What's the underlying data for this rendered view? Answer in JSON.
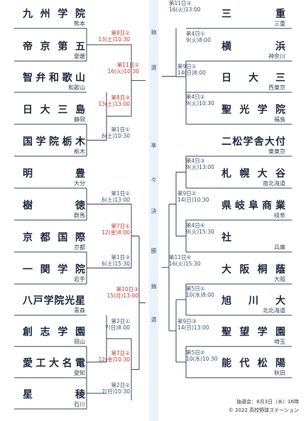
{
  "center_label": [
    "抽",
    "選",
    "準",
    "々",
    "決",
    "勝",
    "抽",
    "選"
  ],
  "left_teams": [
    {
      "name": "九州学院",
      "pref": "熊本"
    },
    {
      "name": "帝京第五",
      "pref": "愛媛"
    },
    {
      "name": "智弁和歌山",
      "pref": "和歌山"
    },
    {
      "name": "日大三島",
      "pref": "静岡"
    },
    {
      "name": "国学院栃木",
      "pref": "栃木"
    },
    {
      "name": "明豊",
      "pref": "大分"
    },
    {
      "name": "樹徳",
      "pref": "群馬"
    },
    {
      "name": "京都国際",
      "pref": "京都"
    },
    {
      "name": "一関学院",
      "pref": "岩手"
    },
    {
      "name": "八戸学院光星",
      "pref": "青森"
    },
    {
      "name": "創志学園",
      "pref": "岡山"
    },
    {
      "name": "愛工大名電",
      "pref": "愛知"
    },
    {
      "name": "星稜",
      "pref": "石川"
    }
  ],
  "right_teams": [
    {
      "name": "三重",
      "pref": "三重"
    },
    {
      "name": "横浜",
      "pref": "神奈川"
    },
    {
      "name": "日大三",
      "pref": "西東京"
    },
    {
      "name": "聖光学院",
      "pref": "福島"
    },
    {
      "name": "二松学舎大付",
      "pref": "東東京"
    },
    {
      "name": "札幌大谷",
      "pref": "南北海道"
    },
    {
      "name": "県岐阜商業",
      "pref": "岐阜"
    },
    {
      "name": "社",
      "pref": "兵庫"
    },
    {
      "name": "大阪桐蔭",
      "pref": "大阪"
    },
    {
      "name": "旭川大",
      "pref": "北北海道"
    },
    {
      "name": "聖望学園",
      "pref": "埼玉"
    },
    {
      "name": "能代松陽",
      "pref": "秋田"
    }
  ],
  "left_matches": [
    {
      "id": "第8日②",
      "date": "13(土)10:30",
      "color": "red"
    },
    {
      "id": "第11日②",
      "date": "16(火)10:30",
      "color": "red"
    },
    {
      "id": "第8日③",
      "date": "13(土)13:00",
      "color": "red"
    },
    {
      "id": "第1日①",
      "date": "6(土)10:30",
      "color": "blue"
    },
    {
      "id": "第1日②",
      "date": "6(土)13:00",
      "color": "blue"
    },
    {
      "id": "第7日①",
      "date": "12(金)8:00",
      "color": "red"
    },
    {
      "id": "第1日③",
      "date": "6(土)15:30",
      "color": "blue"
    },
    {
      "id": "第10日③",
      "date": "15(月)13:00",
      "color": "red"
    },
    {
      "id": "第2日①",
      "date": "7(日)8:00",
      "color": "blue"
    },
    {
      "id": "第7日②",
      "date": "12(金)10:30",
      "color": "red"
    },
    {
      "id": "第2日②",
      "date": "7(日)10:30",
      "color": "blue"
    }
  ],
  "right_matches": [
    {
      "id": "第11日③",
      "date": "16(火)13:00",
      "color": "blue"
    },
    {
      "id": "第4日①",
      "date": "9(火)8:00",
      "color": "blue"
    },
    {
      "id": "第9日①",
      "date": "14(日)8:00",
      "color": "blue"
    },
    {
      "id": "第4日②",
      "date": "9(火)10:30",
      "color": "blue"
    },
    {
      "id": "第4日③",
      "date": "9(火)13:00",
      "color": "blue"
    },
    {
      "id": "第9日②",
      "date": "14(日)10:30",
      "color": "blue"
    },
    {
      "id": "第4日④",
      "date": "9(火)15:30",
      "color": "blue"
    },
    {
      "id": "第11日④",
      "date": "16(火)15:30",
      "color": "blue"
    },
    {
      "id": "第5日①",
      "date": "10(水)8:00",
      "color": "blue"
    },
    {
      "id": "第9日③",
      "date": "14(日)13:00",
      "color": "blue"
    },
    {
      "id": "第5日②",
      "date": "10(水)10:30",
      "color": "blue"
    }
  ],
  "footer": {
    "draw_date": "抽選会：8月3日（水）16時",
    "copyright": "© 2022 高校野球ステーション"
  },
  "colors": {
    "line": "#3a4456",
    "red": "#c0392b",
    "blue": "#3d5070",
    "strip": "#eaf2f9"
  }
}
